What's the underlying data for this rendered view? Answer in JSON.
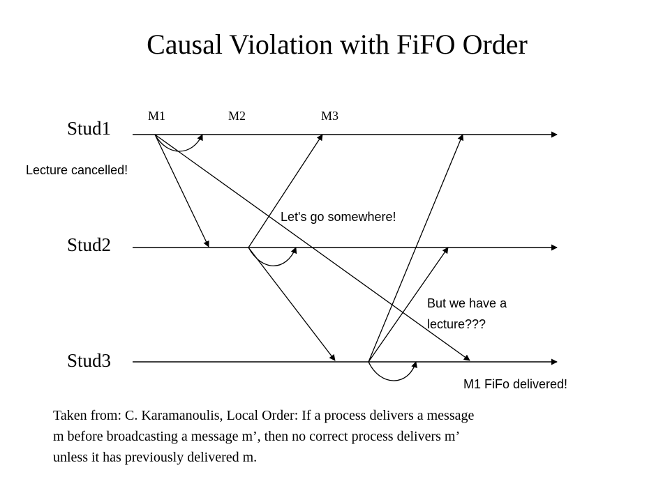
{
  "title": "Causal Violation with FiFO Order",
  "processes": {
    "p1": "Stud1",
    "p2": "Stud2",
    "p3": "Stud3"
  },
  "messages": {
    "m1": "M1",
    "m2": "M2",
    "m3": "M3"
  },
  "annotations": {
    "lecture_cancelled": "Lecture cancelled!",
    "lets_go": "Let's go somewhere!",
    "but_we_have_line1": "But we have a",
    "but_we_have_line2": "lecture???",
    "m1_fifo": "M1 FiFo delivered!"
  },
  "source": {
    "line1": "Taken from: C. Karamanoulis, Local Order: If a process delivers a message",
    "line2": "m before broadcasting a message m’, then no correct process delivers m’",
    "line3": "unless it has previously delivered m."
  }
}
